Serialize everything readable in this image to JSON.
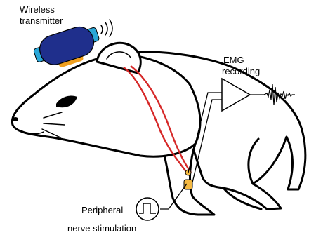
{
  "labels": {
    "transmitter_line1": "Wireless",
    "transmitter_line2": "transmitter",
    "emg_line1": "EMG",
    "emg_line2": "recording",
    "stim_line1": "Peripheral",
    "stim_line2": "nerve stimulation"
  },
  "colors": {
    "electrode_wire": "#d62828",
    "transmitter_body": "#1f2f8c",
    "transmitter_cap": "#2aa7d8",
    "transmitter_base": "#f0a020",
    "electrode_contact": "#f4b942"
  }
}
